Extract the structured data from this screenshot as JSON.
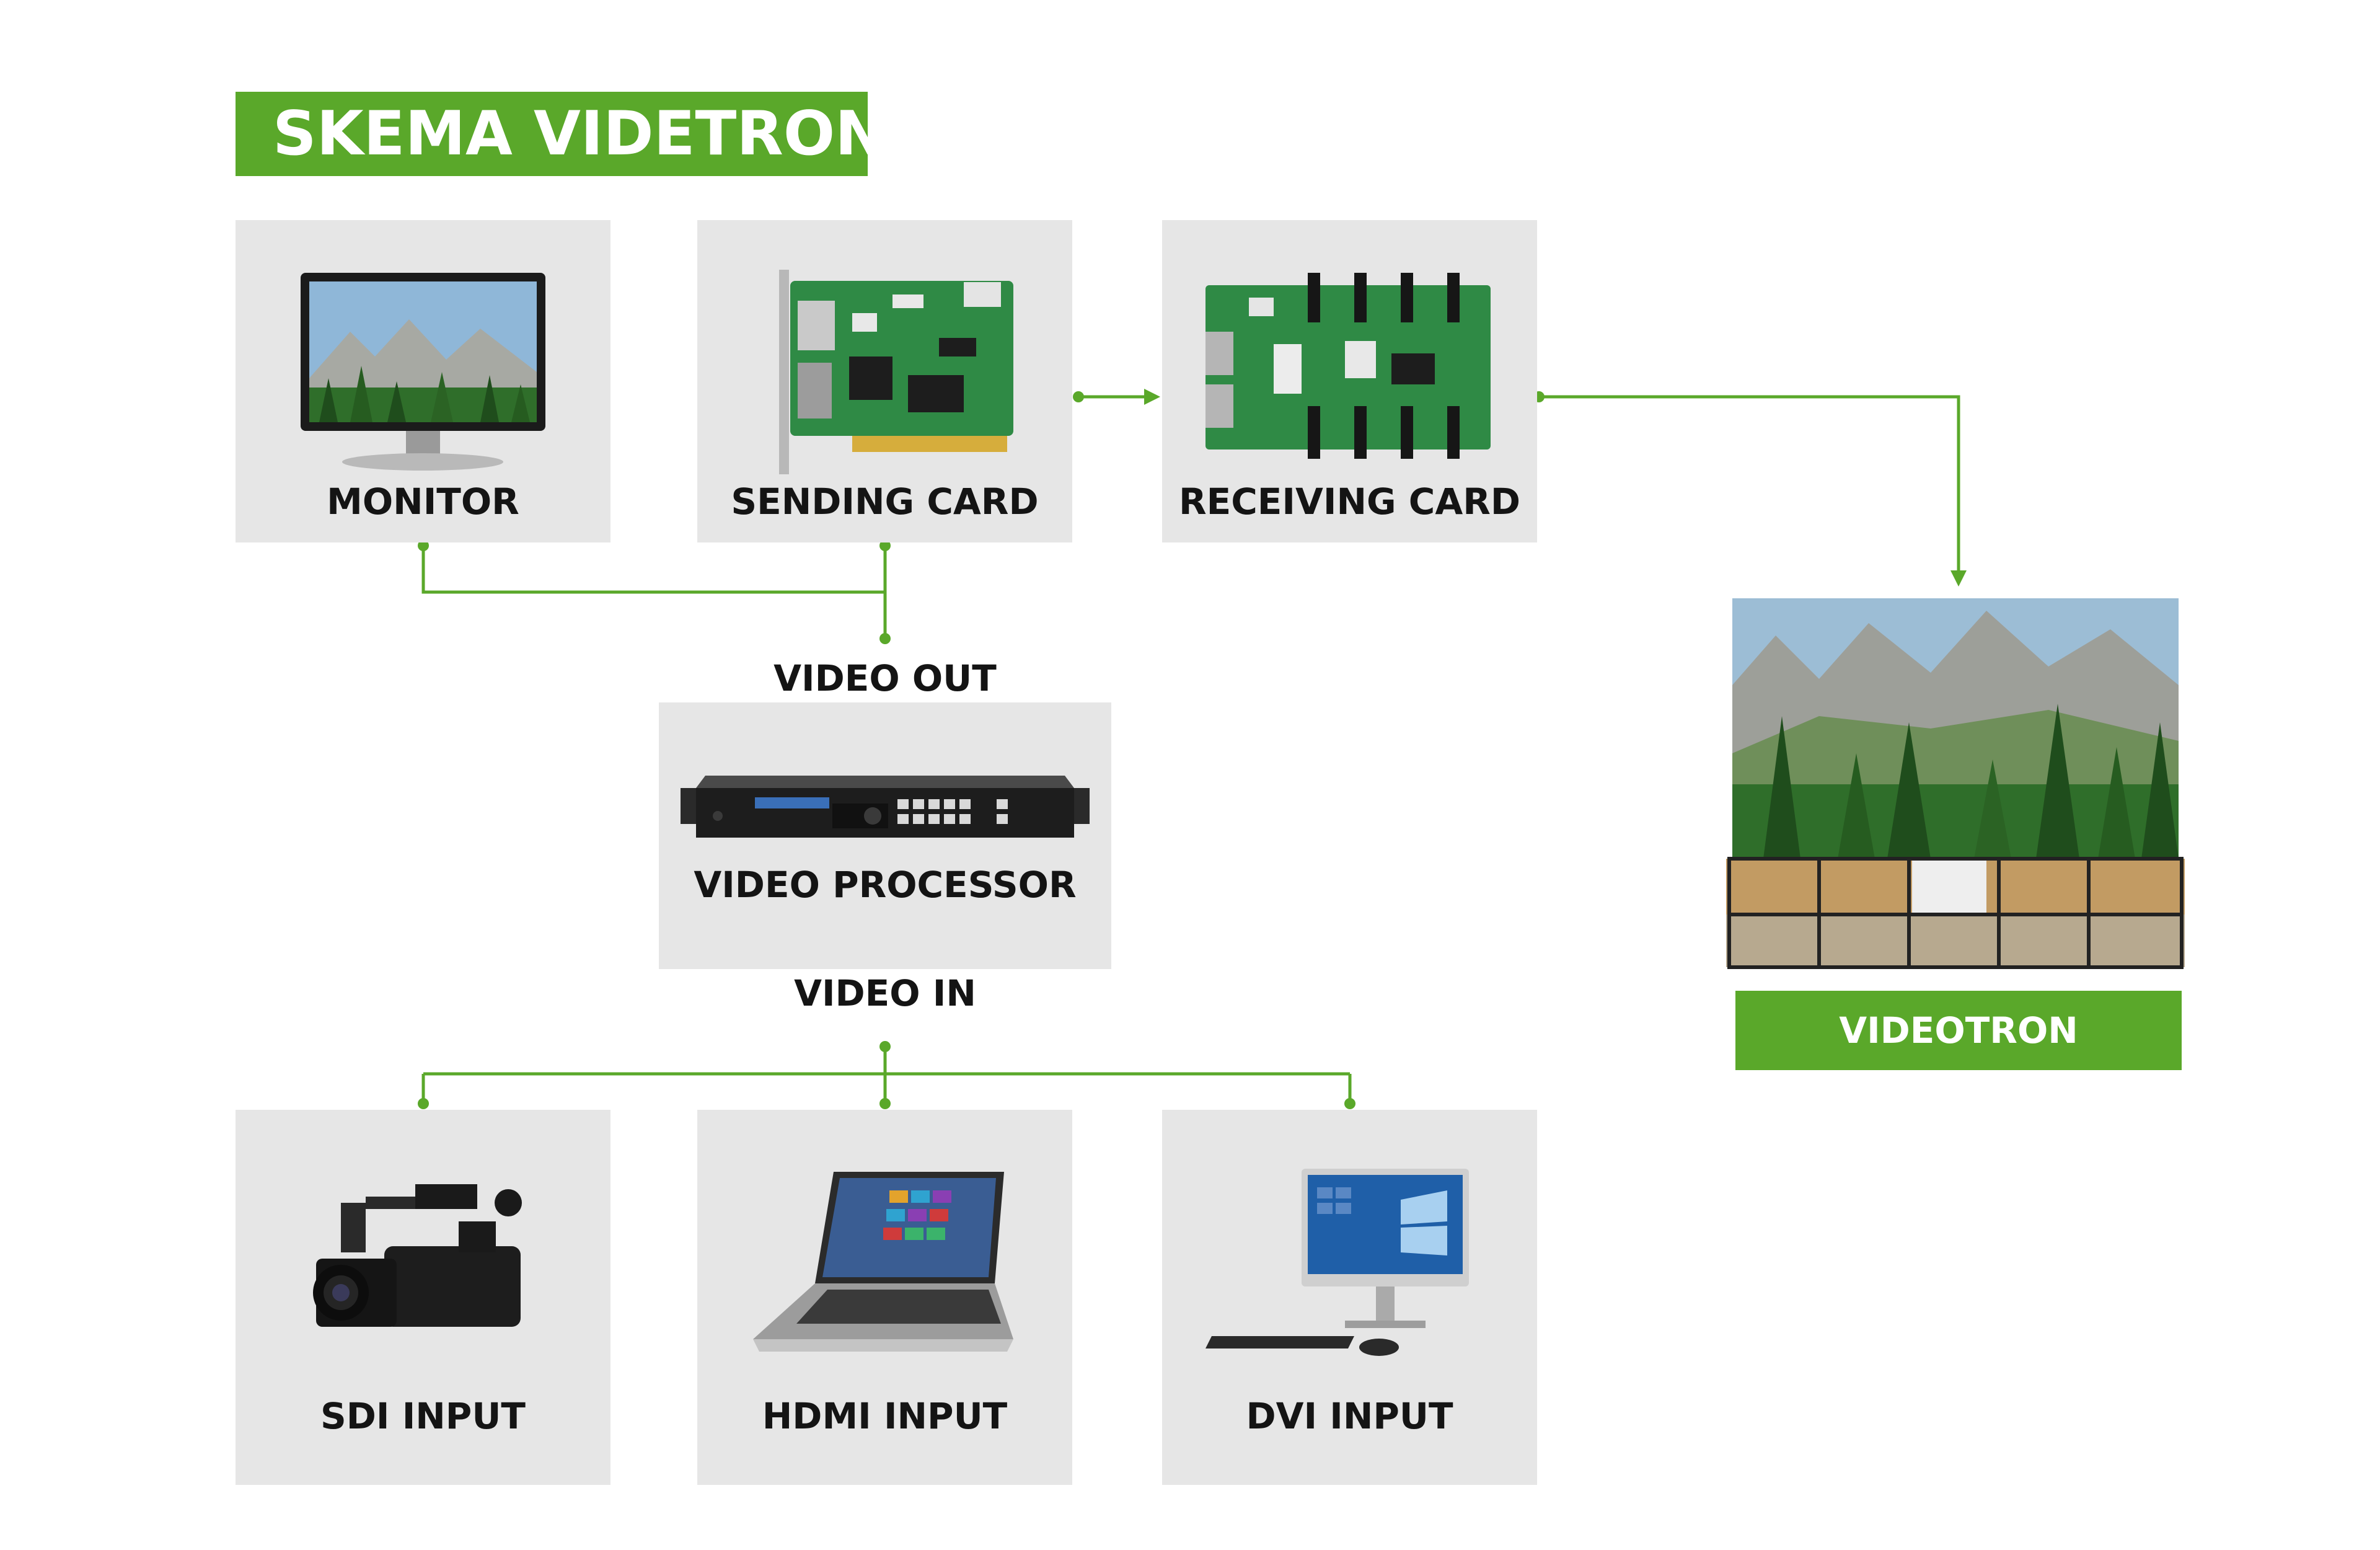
{
  "title": "SKEMA VIDETRON",
  "nodes": {
    "monitor": "MONITOR",
    "sending_card": "SENDING CARD",
    "receiving_card": "RECEIVING CARD",
    "video_processor": "VIDEO PROCESSOR",
    "sdi_input": "SDI INPUT",
    "hdmi_input": "HDMI INPUT",
    "dvi_input": "DVI INPUT",
    "videotron": "VIDEOTRON"
  },
  "ports": {
    "video_out": "VIDEO OUT",
    "video_in": "VIDEO IN"
  },
  "colors": {
    "accent": "#5aa82a",
    "box_bg": "#e6e6e6",
    "text": "#141414"
  },
  "icons": {
    "monitor": "monitor-icon",
    "sending_card": "sending-card-board-icon",
    "receiving_card": "receiving-card-board-icon",
    "video_processor": "video-processor-rack-icon",
    "videotron": "led-wall-icon",
    "sdi_input": "camcorder-icon",
    "hdmi_input": "laptop-icon",
    "dvi_input": "desktop-pc-icon"
  }
}
